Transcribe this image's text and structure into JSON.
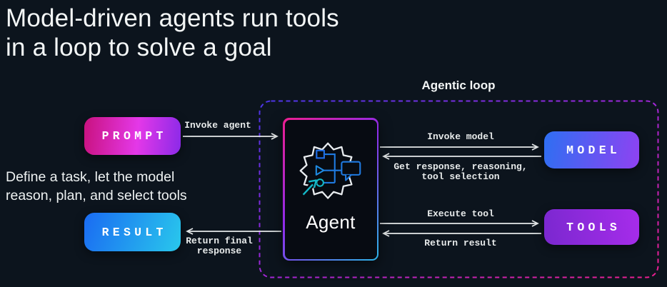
{
  "title": {
    "line1": "Model-driven agents run tools",
    "line2": "in a loop to solve a goal"
  },
  "description": {
    "line1": "Define a task, let the model",
    "line2": "reason, plan, and select tools"
  },
  "loop": {
    "label": "Agentic loop"
  },
  "nodes": {
    "prompt": {
      "label": "PROMPT"
    },
    "result": {
      "label": "RESULT"
    },
    "agent": {
      "label": "Agent"
    },
    "model": {
      "label": "MODEL"
    },
    "tools": {
      "label": "TOOLS"
    }
  },
  "edges": {
    "invoke_agent": {
      "label": "Invoke agent"
    },
    "invoke_model": {
      "label": "Invoke model"
    },
    "get_response": {
      "line1": "Get response, reasoning,",
      "line2": "tool selection"
    },
    "execute_tool": {
      "label": "Execute tool"
    },
    "return_result": {
      "label": "Return result"
    },
    "return_final": {
      "line1": "Return final",
      "line2": "response"
    }
  },
  "colors": {
    "background": "#0c141d",
    "magenta": "#e0218a",
    "purple": "#8a2be2",
    "blue": "#2e6ff2",
    "cyan": "#29c8ec",
    "teal": "#14b8c8",
    "arrow": "#e5e9ea"
  }
}
